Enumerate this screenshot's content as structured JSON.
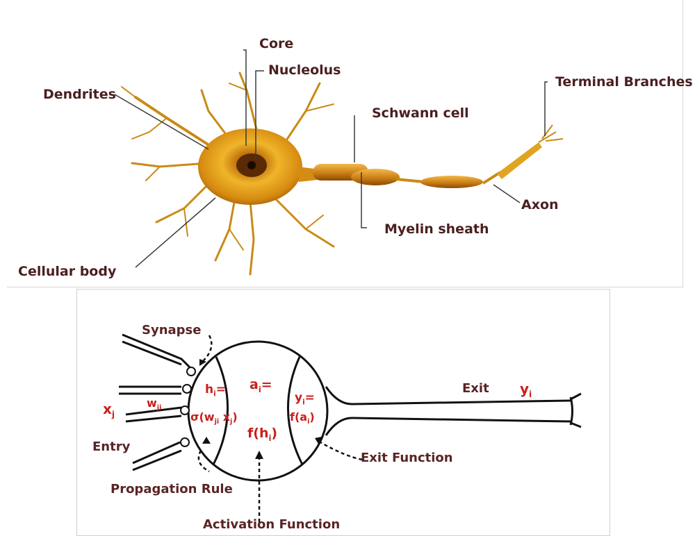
{
  "biological": {
    "labels": {
      "core": "Core",
      "nucleolus": "Nucleolus",
      "dendrites": "Dendrites",
      "terminal_branches": "Terminal Branches",
      "schwann_cell": "Schwann cell",
      "axon": "Axon",
      "myelin_sheath": "Myelin sheath",
      "cellular_body": "Cellular body"
    },
    "colors": {
      "cell": "#e0a012",
      "cell_dark": "#8a4a06",
      "label": "#4a1f1f"
    }
  },
  "artificial": {
    "labels": {
      "synapse": "Synapse",
      "entry": "Entry",
      "propagation_rule": "Propagation Rule",
      "activation_function": "Activation Function",
      "exit_function": "Exit Function",
      "exit": "Exit"
    },
    "math": {
      "x": "x",
      "x_sub": "j",
      "w": "w",
      "w_sub": "ji",
      "h_eq": "h",
      "h_sub": "i",
      "eq": "=",
      "sigma_a": "σ(w",
      "sigma_sub1": "ji",
      "sigma_b": " x",
      "sigma_sub2": "j",
      "sigma_c": ")",
      "a_eq": "a",
      "a_sub": "i",
      "f_h_a": "f(h",
      "f_h_sub": "i",
      "f_h_b": ")",
      "y_eq": "y",
      "y_sub": "i",
      "f_a_a": "f(a",
      "f_a_sub": "i",
      "f_a_b": ")",
      "y_out": "y",
      "y_out_sub": "i"
    },
    "colors": {
      "math": "#c8201c",
      "label": "#5a2424",
      "stroke": "#111111"
    }
  }
}
